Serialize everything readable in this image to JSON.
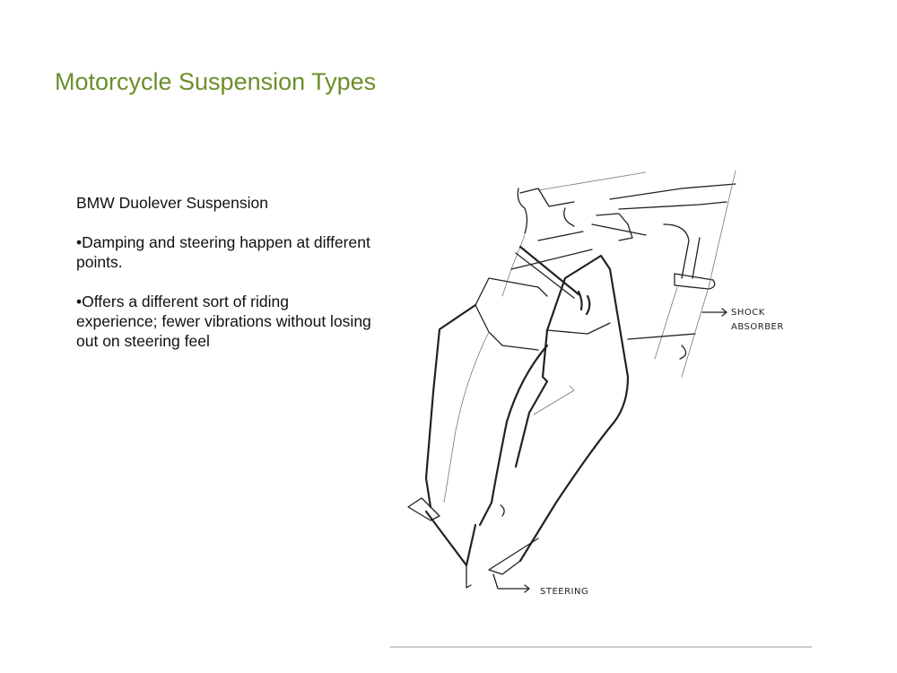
{
  "slide": {
    "title": "Motorcycle Suspension Types",
    "subtitle": "BMW Duolever Suspension",
    "bullets": [
      "•Damping and steering happen at different points.",
      "•Offers a different sort of riding experience; fewer vibrations without losing out on steering feel"
    ],
    "title_color": "#6b8e2a"
  },
  "sketch": {
    "labels": {
      "shock_line1": "SHOCK",
      "shock_line2": "ABSORBER",
      "steering": "STEERING"
    }
  }
}
